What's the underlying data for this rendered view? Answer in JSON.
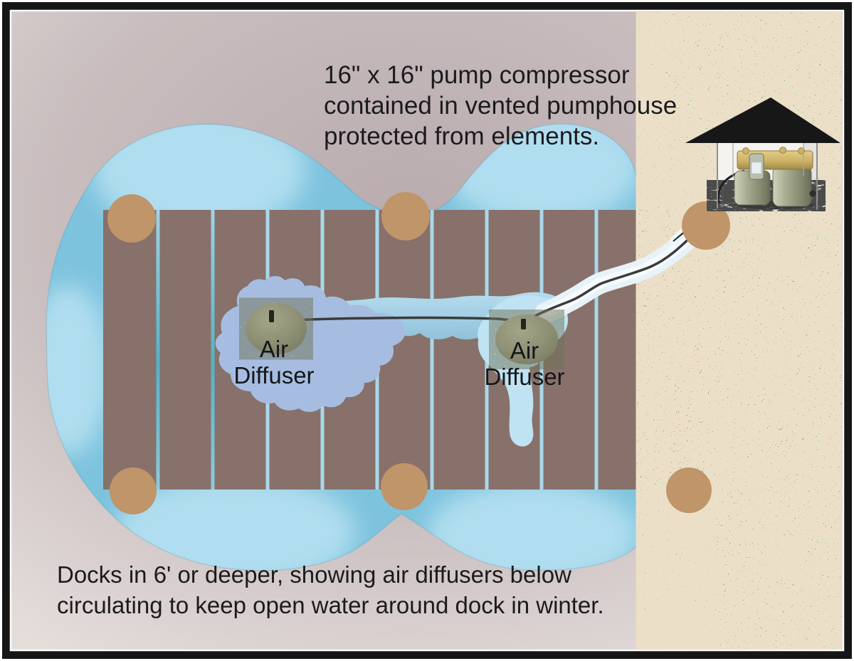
{
  "annotations": {
    "pump_note": {
      "line1": "16\" x 16\" pump compressor",
      "line2": "contained in vented pumphouse",
      "line3": "protected from elements."
    },
    "caption": {
      "line1": "Docks in 6' or deeper, showing air diffusers below",
      "line2": "circulating to keep open water around dock in winter."
    },
    "diffuser_label": {
      "line1": "Air",
      "line2": "Diffuser"
    }
  },
  "colors": {
    "frame_black": "#161616",
    "frame_white": "#ffffff",
    "ice_background": "#c7bbbc",
    "water": "#7ec3de",
    "water_highlight": "#b9e2f2",
    "dock_plank": "#87716a",
    "plank_gap": "#a8d8ea",
    "post": "#bf9569",
    "grass": "#2fae5e",
    "grass_speckle": "#ecdfc8",
    "roof": "#171717",
    "pumphouse_wall": "#f5f3ef",
    "floor_slab": "#c8c8c8",
    "stone": "#a6a78a",
    "hose": "#3b3b3b",
    "diffuser_blob_left": "#a6bde1",
    "stream": "#a9d3e8",
    "diffuser_blob_right": "#bfe3f2",
    "air_channel": "#e7f3f9",
    "compressor_body": "#a7ac90",
    "compressor_manifold": "#cdb268"
  }
}
